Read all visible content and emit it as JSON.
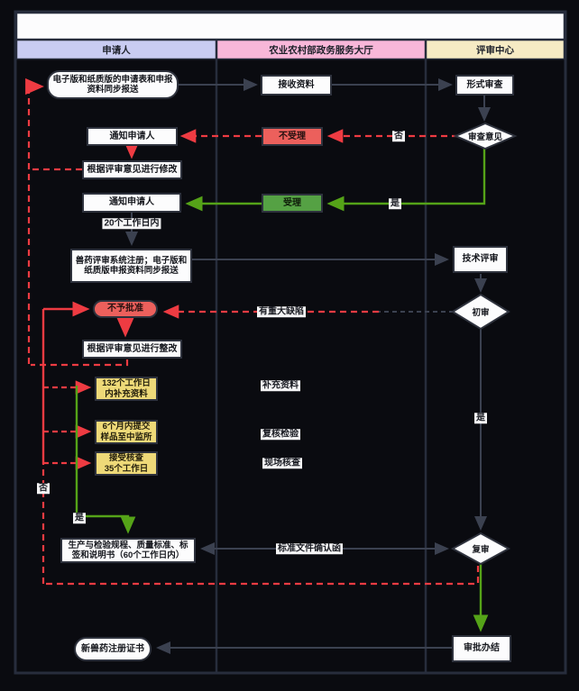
{
  "title_bar": {
    "text": ""
  },
  "lanes": [
    {
      "label": "申请人",
      "color": "#c9ccf2"
    },
    {
      "label": "农业农村部政务服务大厅",
      "color": "#f8b7d9"
    },
    {
      "label": "评审中心",
      "color": "#f6ebc4"
    }
  ],
  "nodes": {
    "submit_application": {
      "label": "电子版和纸质版的申请表和申报\n资料同步报送"
    },
    "receive_material": {
      "label": "接收资料"
    },
    "formal_review": {
      "label": "形式审查"
    },
    "review_opinion": {
      "label": "审查意见"
    },
    "not_accepted": {
      "label": "不受理"
    },
    "notify_applicant_1": {
      "label": "通知申请人"
    },
    "revise_per_opinion": {
      "label": "根据评审意见进行修改"
    },
    "accepted": {
      "label": "受理"
    },
    "notify_applicant_2": {
      "label": "通知申请人"
    },
    "system_register": {
      "label": "兽药评审系统注册；电子版和\n纸质版申报资料同步报送"
    },
    "tech_review": {
      "label": "技术评审"
    },
    "first_review": {
      "label": "初审"
    },
    "not_approved": {
      "label": "不予批准"
    },
    "rectify_per_opinion": {
      "label": "根据评审意见进行整改"
    },
    "supplement_132": {
      "label": "132个工作日\n内补充资料"
    },
    "submit_sample_6m": {
      "label": "6个月内提交\n样品至中监所"
    },
    "accept_inspection_35": {
      "label": "接受核查\n35个工作日"
    },
    "production_standards": {
      "label": "生产与检验规程、质量标准、标\n签和说明书（60个工作日内）"
    },
    "re_review": {
      "label": "复审"
    },
    "approval_conclusion": {
      "label": "审批办结"
    },
    "new_drug_certificate": {
      "label": "新兽药注册证书"
    }
  },
  "edge_labels": {
    "no_review_opinion": "否",
    "yes_review_opinion": "是",
    "within_20_days": "20个工作日内",
    "major_defect": "有重大缺陷",
    "supplement_material": "补充资料",
    "recheck_test": "复核检验",
    "onsite_check": "现场核查",
    "yes_first_review": "是",
    "standard_doc_letter": "标准文件确认函",
    "no_re_review": "否",
    "yes_inspection": "是"
  },
  "colors": {
    "red_line": "#ee3b42",
    "green_line": "#55a318",
    "dark_line": "#3b4150",
    "red_fill": "#ec605c",
    "green_fill": "#55a144",
    "yellow_fill": "#eed978",
    "lavender_header": "#c9ccf2",
    "pink_header": "#f8b7d9",
    "yellow_header": "#f6ebc4"
  }
}
